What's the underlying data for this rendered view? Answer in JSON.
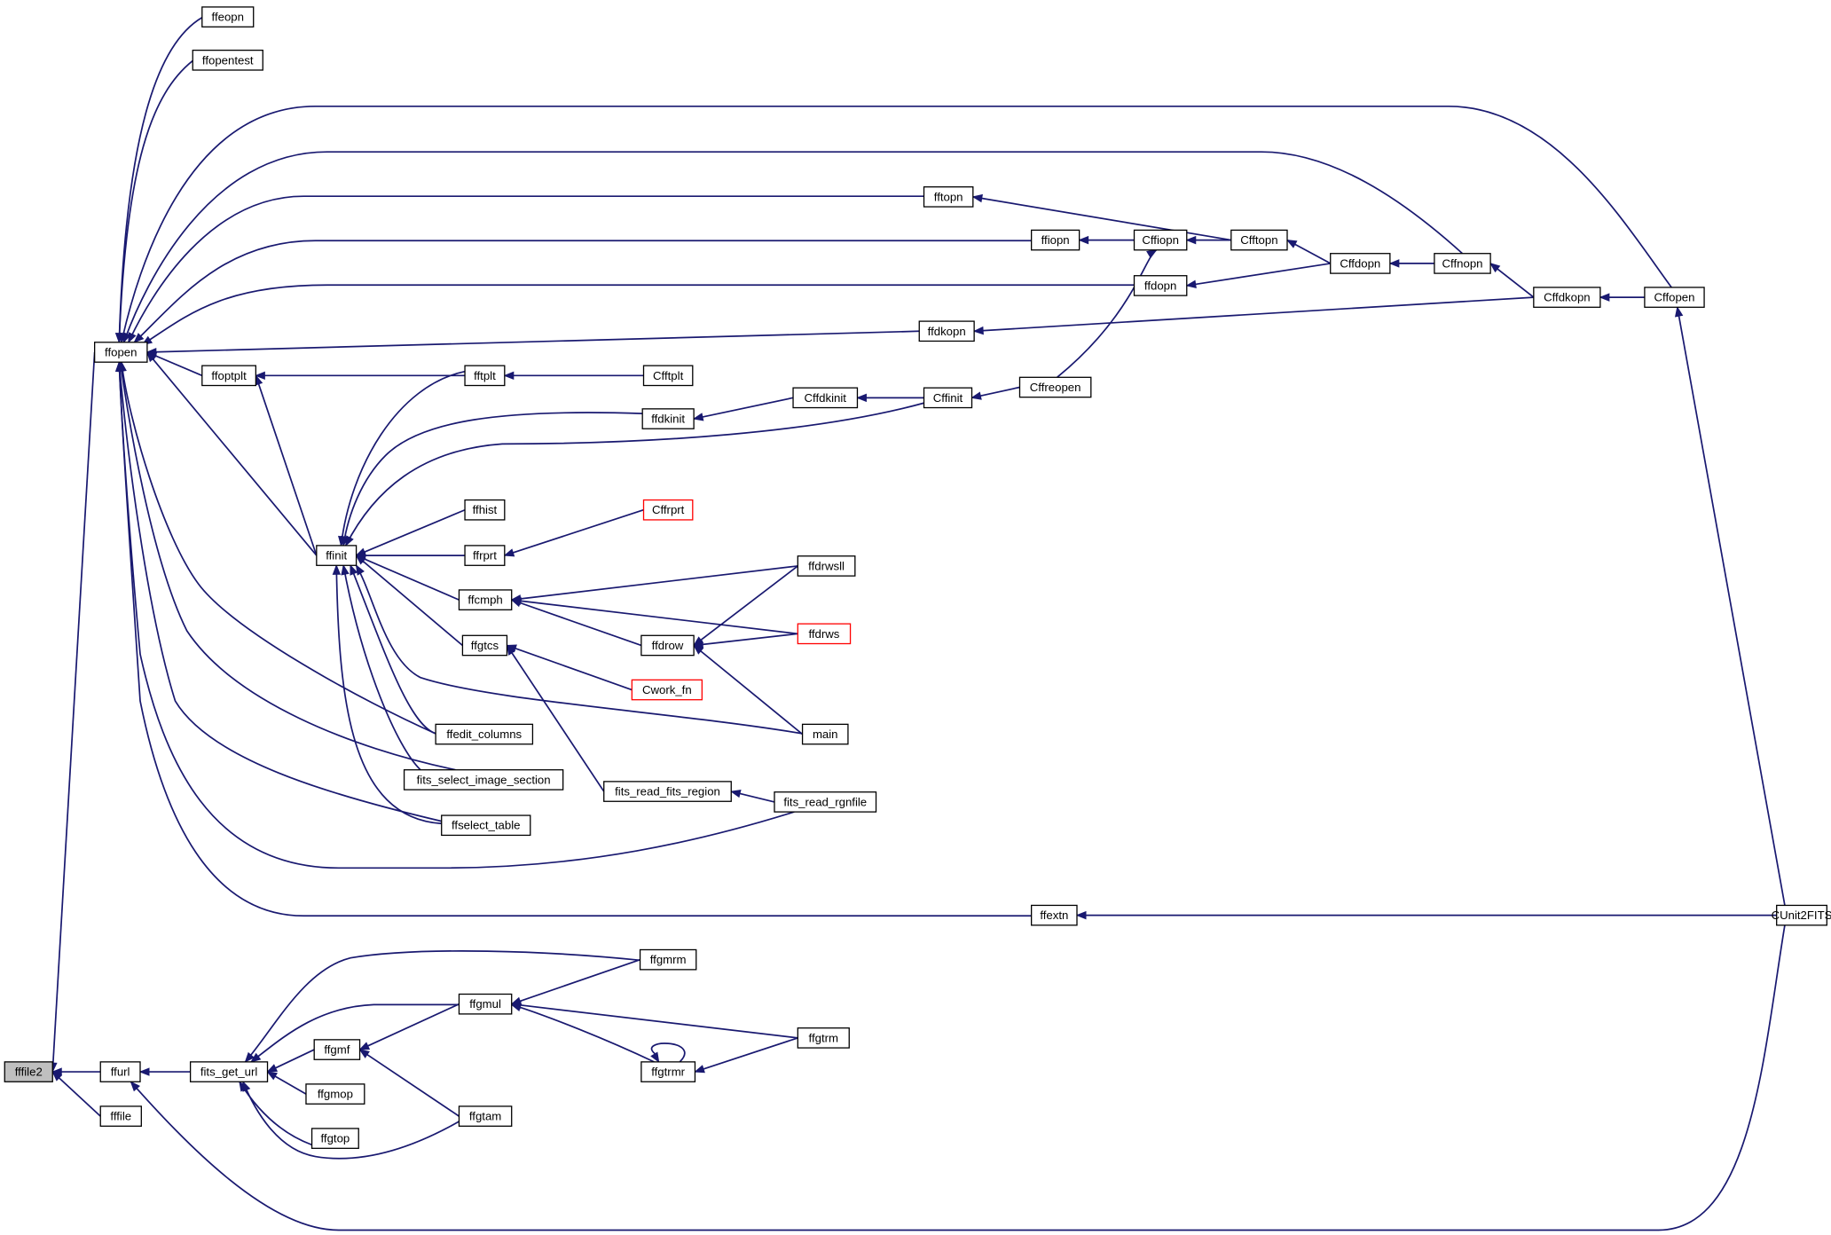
{
  "colors": {
    "edge": "#191970",
    "box_border": "#000000",
    "box_fill": "#ffffff",
    "focus_fill": "#bfbfbf",
    "truncated_border": "#ff0000"
  },
  "nodes": {
    "fffile2": {
      "label": "fffile2",
      "focus": true
    },
    "ffurl": {
      "label": "ffurl"
    },
    "fffile": {
      "label": "fffile"
    },
    "fits_get_url": {
      "label": "fits_get_url"
    },
    "ffopen": {
      "label": "ffopen"
    },
    "ffeopn": {
      "label": "ffeopn"
    },
    "ffopentest": {
      "label": "ffopentest"
    },
    "ffoptplt": {
      "label": "ffoptplt"
    },
    "ffinit": {
      "label": "ffinit"
    },
    "fftopn": {
      "label": "fftopn"
    },
    "ffiopn": {
      "label": "ffiopn"
    },
    "ffdopn": {
      "label": "ffdopn"
    },
    "ffdkopn": {
      "label": "ffdkopn"
    },
    "fftplt": {
      "label": "fftplt"
    },
    "ffdkinit": {
      "label": "ffdkinit"
    },
    "ffhist": {
      "label": "ffhist"
    },
    "ffrprt": {
      "label": "ffrprt"
    },
    "ffcmph": {
      "label": "ffcmph"
    },
    "ffgtcs": {
      "label": "ffgtcs"
    },
    "ffedit_columns": {
      "label": "ffedit_columns"
    },
    "fits_select_image_section": {
      "label": "fits_select_image_section"
    },
    "ffselect_table": {
      "label": "ffselect_table"
    },
    "ffextn": {
      "label": "ffextn"
    },
    "Cffiopn": {
      "label": "Cffiopn"
    },
    "Cfftopn": {
      "label": "Cfftopn"
    },
    "Cffdopn": {
      "label": "Cffdopn"
    },
    "Cffnopn": {
      "label": "Cffnopn"
    },
    "Cffdkopn": {
      "label": "Cffdkopn"
    },
    "Cffopen": {
      "label": "Cffopen"
    },
    "Cfftplt": {
      "label": "Cfftplt"
    },
    "Cffdkinit": {
      "label": "Cffdkinit"
    },
    "Cffinit": {
      "label": "Cffinit"
    },
    "Cffreopen": {
      "label": "Cffreopen"
    },
    "Cffrprt": {
      "label": "Cffrprt",
      "truncated": true
    },
    "ffdrwsll": {
      "label": "ffdrwsll"
    },
    "ffdrws": {
      "label": "ffdrws",
      "truncated": true
    },
    "ffdrow": {
      "label": "ffdrow"
    },
    "Cwork_fn": {
      "label": "Cwork_fn",
      "truncated": true
    },
    "main": {
      "label": "main"
    },
    "fits_read_fits_region": {
      "label": "fits_read_fits_region"
    },
    "fits_read_rgnfile": {
      "label": "fits_read_rgnfile"
    },
    "CUnit2FITS": {
      "label": "CUnit2FITS"
    },
    "ffgmrm": {
      "label": "ffgmrm"
    },
    "ffgmul": {
      "label": "ffgmul"
    },
    "ffgmf": {
      "label": "ffgmf"
    },
    "ffgmop": {
      "label": "ffgmop"
    },
    "ffgtop": {
      "label": "ffgtop"
    },
    "ffgtam": {
      "label": "ffgtam"
    },
    "ffgtrm": {
      "label": "ffgtrm"
    },
    "ffgtrmr": {
      "label": "ffgtrmr"
    }
  },
  "edges": [
    [
      "ffurl",
      "fffile2"
    ],
    [
      "fffile",
      "fffile2"
    ],
    [
      "ffopen",
      "fffile2"
    ],
    [
      "fits_get_url",
      "ffurl"
    ],
    [
      "CUnit2FITS",
      "ffurl"
    ],
    [
      "ffeopn",
      "ffopen"
    ],
    [
      "ffopentest",
      "ffopen"
    ],
    [
      "Cffopen",
      "ffopen"
    ],
    [
      "Cffnopn",
      "ffopen"
    ],
    [
      "fftopn",
      "ffopen"
    ],
    [
      "ffiopn",
      "ffopen"
    ],
    [
      "ffdopn",
      "ffopen"
    ],
    [
      "ffdkopn",
      "ffopen"
    ],
    [
      "ffoptplt",
      "ffopen"
    ],
    [
      "ffinit",
      "ffopen"
    ],
    [
      "ffedit_columns",
      "ffopen"
    ],
    [
      "fits_select_image_section",
      "ffopen"
    ],
    [
      "ffselect_table",
      "ffopen"
    ],
    [
      "fits_read_rgnfile",
      "ffopen"
    ],
    [
      "ffextn",
      "ffopen"
    ],
    [
      "fftplt",
      "ffoptplt"
    ],
    [
      "ffinit",
      "ffoptplt"
    ],
    [
      "fftplt",
      "ffinit"
    ],
    [
      "ffdkinit",
      "ffinit"
    ],
    [
      "Cffinit",
      "ffinit"
    ],
    [
      "ffhist",
      "ffinit"
    ],
    [
      "ffrprt",
      "ffinit"
    ],
    [
      "ffcmph",
      "ffinit"
    ],
    [
      "ffgtcs",
      "ffinit"
    ],
    [
      "ffedit_columns",
      "ffinit"
    ],
    [
      "fits_select_image_section",
      "ffinit"
    ],
    [
      "ffselect_table",
      "ffinit"
    ],
    [
      "main",
      "ffinit"
    ],
    [
      "Cfftopn",
      "fftopn"
    ],
    [
      "Cffiopn",
      "ffiopn"
    ],
    [
      "Cffdopn",
      "ffdopn"
    ],
    [
      "Cffdkopn",
      "ffdkopn"
    ],
    [
      "Cfftplt",
      "fftplt"
    ],
    [
      "Cffdkinit",
      "ffdkinit"
    ],
    [
      "Cffrprt",
      "ffrprt"
    ],
    [
      "ffdrwsll",
      "ffcmph"
    ],
    [
      "ffdrws",
      "ffcmph"
    ],
    [
      "ffdrow",
      "ffcmph"
    ],
    [
      "Cwork_fn",
      "ffgtcs"
    ],
    [
      "fits_read_fits_region",
      "ffgtcs"
    ],
    [
      "CUnit2FITS",
      "ffextn"
    ],
    [
      "Cfftopn",
      "Cffiopn"
    ],
    [
      "Cffreopen",
      "Cffiopn"
    ],
    [
      "Cffdopn",
      "Cfftopn"
    ],
    [
      "Cffnopn",
      "Cffdopn"
    ],
    [
      "Cffdkopn",
      "Cffnopn"
    ],
    [
      "Cffopen",
      "Cffdkopn"
    ],
    [
      "CUnit2FITS",
      "Cffopen"
    ],
    [
      "Cffinit",
      "Cffdkinit"
    ],
    [
      "Cffreopen",
      "Cffinit"
    ],
    [
      "ffdrwsll",
      "ffdrow"
    ],
    [
      "ffdrws",
      "ffdrow"
    ],
    [
      "main",
      "ffdrow"
    ],
    [
      "fits_read_rgnfile",
      "fits_read_fits_region"
    ],
    [
      "ffgmrm",
      "fits_get_url"
    ],
    [
      "ffgmul",
      "fits_get_url"
    ],
    [
      "ffgmf",
      "fits_get_url"
    ],
    [
      "ffgmop",
      "fits_get_url"
    ],
    [
      "ffgtop",
      "fits_get_url"
    ],
    [
      "ffgtam",
      "fits_get_url"
    ],
    [
      "ffgmrm",
      "ffgmul"
    ],
    [
      "ffgtrm",
      "ffgmul"
    ],
    [
      "ffgtrmr",
      "ffgmul"
    ],
    [
      "ffgmul",
      "ffgmf"
    ],
    [
      "ffgtam",
      "ffgmf"
    ],
    [
      "ffgtrm",
      "ffgtrmr"
    ],
    [
      "ffgtrmr",
      "ffgtrmr"
    ]
  ]
}
